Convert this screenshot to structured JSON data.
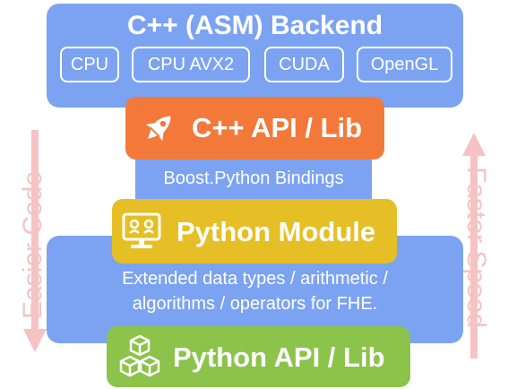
{
  "backend": {
    "title": "C++ (ASM) Backend",
    "targets": [
      "CPU",
      "CPU AVX2",
      "CUDA",
      "OpenGL"
    ]
  },
  "cpp_api": {
    "label": "C++ API / Lib",
    "icon": "rocket-icon"
  },
  "bindings": {
    "label": "Boost.Python Bindings"
  },
  "python_module": {
    "label": "Python Module",
    "icon": "monitor-icon"
  },
  "description": {
    "line1": "Extended data types / arithmetic /",
    "line2": "algorithms / operators for FHE."
  },
  "python_api": {
    "label": "Python API / Lib",
    "icon": "cubes-icon"
  },
  "axes": {
    "left_label": "Easier Code",
    "right_label": "Faster Speed"
  },
  "colors": {
    "blue": "#7ca3f2",
    "orange": "#f3793a",
    "yellow": "#e6bf26",
    "green": "#8cc34b",
    "arrow": "#f5c3c3"
  }
}
